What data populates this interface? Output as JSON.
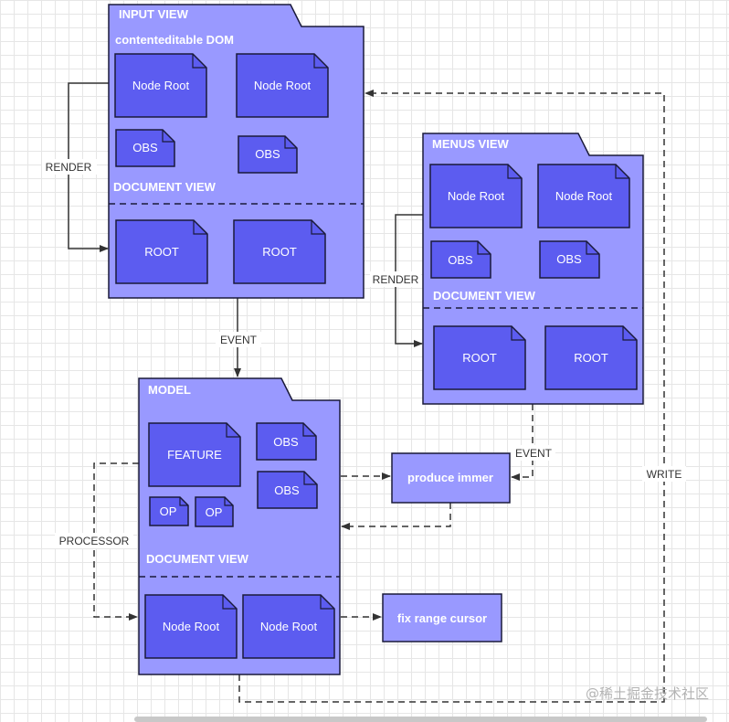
{
  "colors": {
    "package_fill": "#9999ff",
    "node_fill": "#5c5cf0",
    "stroke": "#1a1a3a",
    "edge": "#333333"
  },
  "input_view": {
    "title": "INPUT VIEW",
    "section_dom": "contenteditable DOM",
    "node_root_1": "Node Root",
    "node_root_2": "Node Root",
    "obs_1": "OBS",
    "obs_2": "OBS",
    "section_doc": "DOCUMENT VIEW",
    "root_1": "ROOT",
    "root_2": "ROOT"
  },
  "menus_view": {
    "title": "MENUS VIEW",
    "node_root_1": "Node Root",
    "node_root_2": "Node Root",
    "obs_1": "OBS",
    "obs_2": "OBS",
    "section_doc": "DOCUMENT VIEW",
    "root_1": "ROOT",
    "root_2": "ROOT"
  },
  "model": {
    "title": "MODEL",
    "feature": "FEATURE",
    "obs_1": "OBS",
    "obs_2": "OBS",
    "op_1": "OP",
    "op_2": "OP",
    "section_doc": "DOCUMENT VIEW",
    "node_root_1": "Node Root",
    "node_root_2": "Node Root"
  },
  "produce_immer": "produce immer",
  "fix_range_cursor": "fix range cursor",
  "edges": {
    "render_input": "RENDER",
    "render_menus": "RENDER",
    "event_input_model": "EVENT",
    "event_menus_immer": "EVENT",
    "processor": "PROCESSOR",
    "write": "WRITE"
  },
  "watermark": "@稀土掘金技术社区"
}
